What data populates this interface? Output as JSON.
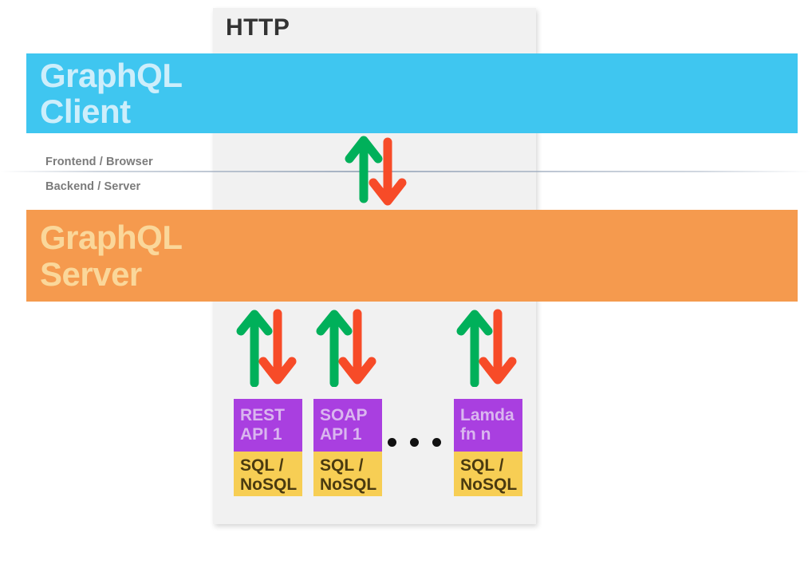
{
  "panel": {
    "protocol_label": "HTTP",
    "background_color": "#f1f1f1"
  },
  "layers": {
    "client": {
      "title": "GraphQL\nClient",
      "color": "#3fc6f0",
      "text_color": "#cdeefb"
    },
    "server": {
      "title": "GraphQL\nServer",
      "color": "#f59a4e",
      "text_color": "#fad79a"
    }
  },
  "boundary": {
    "frontend_label": "Frontend / Browser",
    "backend_label": "Backend / Server",
    "text_color": "#7b7b7b"
  },
  "arrows": {
    "up_color": "#00b05a",
    "down_color": "#f74b28",
    "http_pair_name": "http-request-response",
    "service_pair_names": [
      "rest-api-1-exchange",
      "soap-api-1-exchange",
      "lambda-fn-n-exchange"
    ]
  },
  "services": [
    {
      "api_label": "REST\nAPI 1",
      "db_label": "SQL /\nNoSQL"
    },
    {
      "api_label": "SOAP\nAPI 1",
      "db_label": "SQL /\nNoSQL"
    },
    {
      "api_label": "Lamda\nfn n",
      "db_label": "SQL /\nNoSQL"
    }
  ],
  "service_colors": {
    "api_background": "#a93fe0",
    "api_text": "#dab6ef",
    "db_background": "#f7ce54",
    "db_text": "#4a3a10"
  },
  "ellipsis": {
    "dot_count": 3,
    "color": "#111111"
  }
}
